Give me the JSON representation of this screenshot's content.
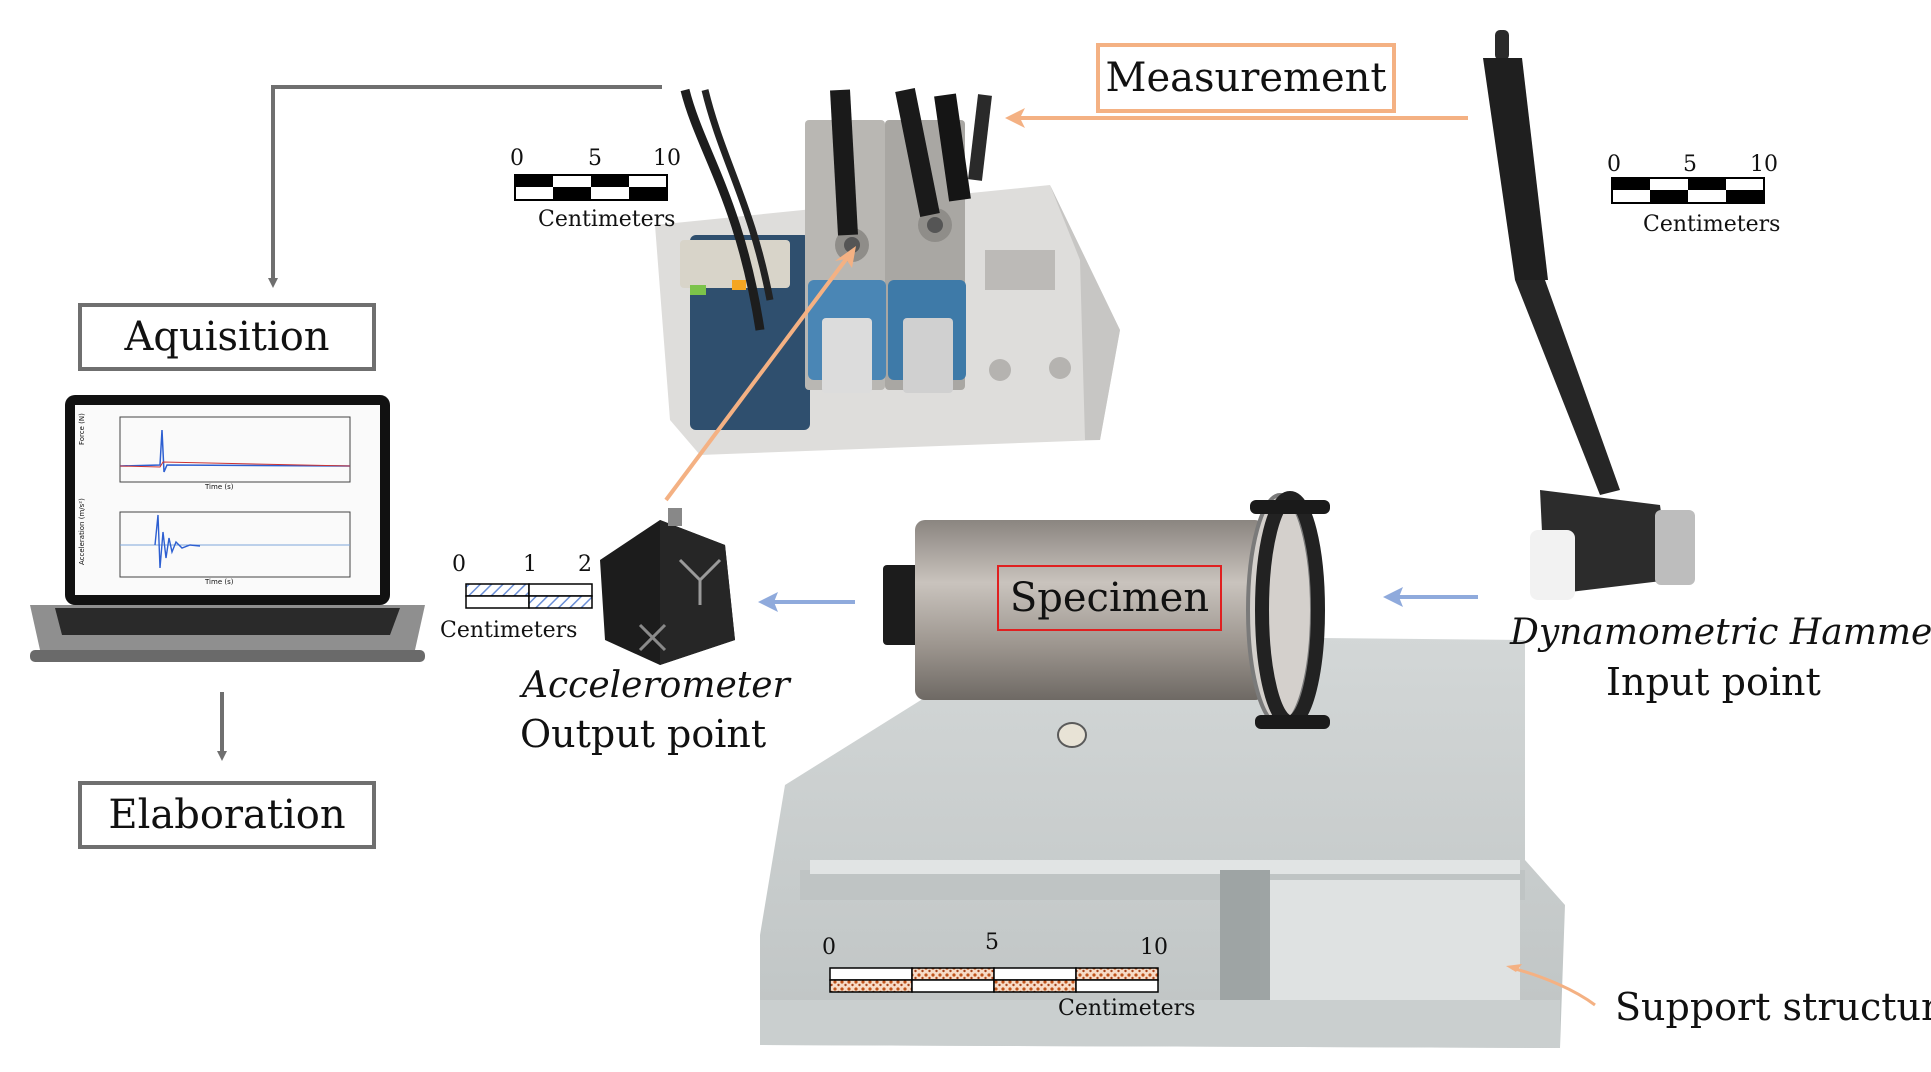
{
  "labels": {
    "measurement": "Measurement",
    "aquisition": "Aquisition",
    "elaboration": "Elaboration",
    "specimen": "Specimen",
    "accelerometer": "Accelerometer",
    "output_point": "Output point",
    "hammer": "Dynamometric Hammer",
    "input_point": "Input point",
    "support": "Support structure"
  },
  "scales": {
    "daq": {
      "t0": "0",
      "t1": "5",
      "t2": "10",
      "unit": "Centimeters"
    },
    "hammer": {
      "t0": "0",
      "t1": "5",
      "t2": "10",
      "unit": "Centimeters"
    },
    "accel": {
      "t0": "0",
      "t1": "1",
      "t2": "2",
      "unit": "Centimeters"
    },
    "base": {
      "t0": "0",
      "t1": "5",
      "t2": "10",
      "unit": "Centimeters"
    }
  },
  "colors": {
    "flow_arrow": "#6f6f6f",
    "orange": "#f4b183",
    "blue": "#8faadc",
    "specimen_box": "#e02020"
  },
  "plot": {
    "top_ylabel": "Force (N)",
    "bottom_ylabel": "Acceleration (m/s²)",
    "xlabel": "Time (s)"
  }
}
